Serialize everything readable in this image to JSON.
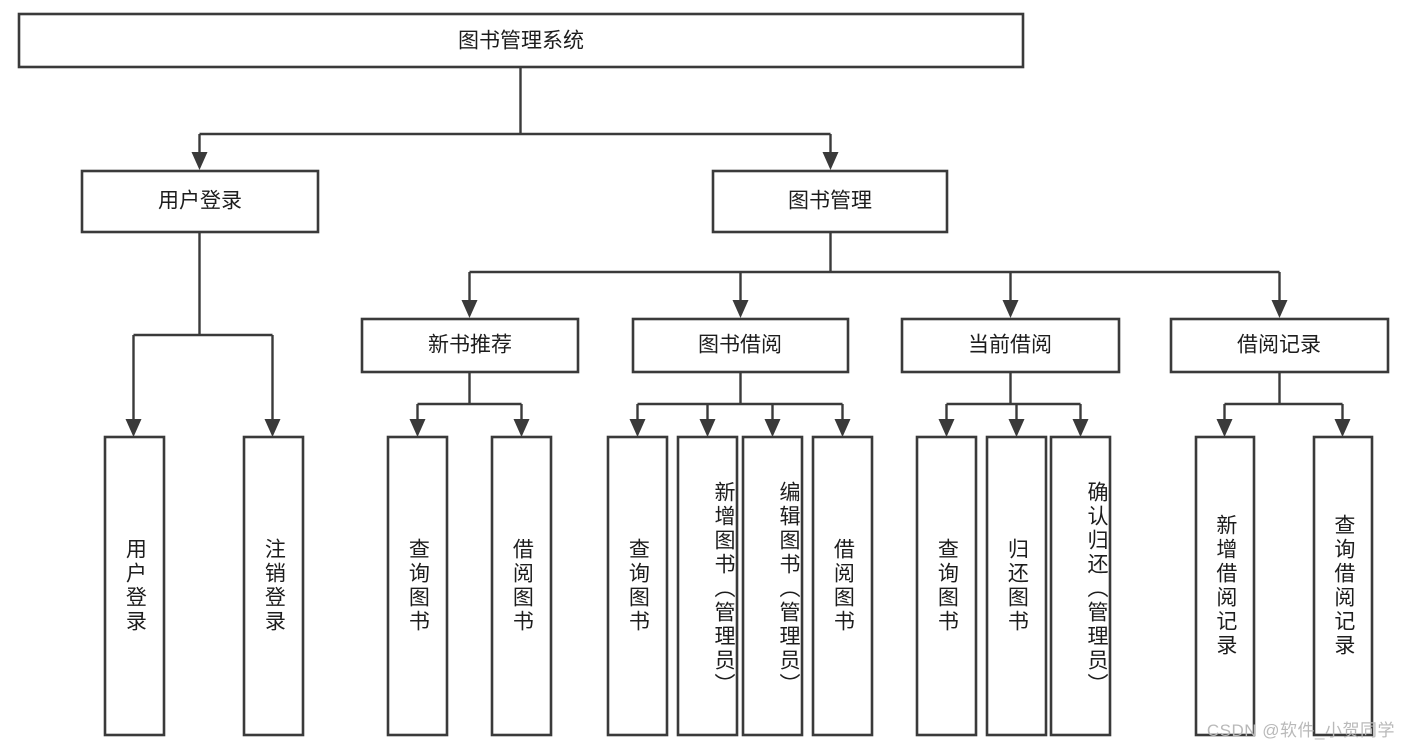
{
  "diagram": {
    "type": "tree",
    "title": "图书管理系统",
    "watermark": "CSDN @软件_小贺同学",
    "colors": {
      "box_stroke": "#3a3a3a",
      "box_fill": "#ffffff",
      "connector": "#3a3a3a",
      "text": "#1d1d1d",
      "watermark": "#b9b9b9",
      "background": "#ffffff"
    },
    "root": {
      "label": "图书管理系统"
    },
    "level2": [
      {
        "label": "用户登录"
      },
      {
        "label": "图书管理"
      }
    ],
    "level3": [
      {
        "label": "新书推荐"
      },
      {
        "label": "图书借阅"
      },
      {
        "label": "当前借阅"
      },
      {
        "label": "借阅记录"
      }
    ],
    "leaves": {
      "user_login": [
        {
          "label": "用户登录"
        },
        {
          "label": "注销登录"
        }
      ],
      "new_book_recommend": [
        {
          "label": "查询图书"
        },
        {
          "label": "借阅图书"
        }
      ],
      "book_borrow": [
        {
          "label": "查询图书"
        },
        {
          "label": "新增图书（管理员）"
        },
        {
          "label": "编辑图书（管理员）"
        },
        {
          "label": "借阅图书"
        }
      ],
      "current_borrow": [
        {
          "label": "查询图书"
        },
        {
          "label": "归还图书"
        },
        {
          "label": "确认归还（管理员）"
        }
      ],
      "borrow_record": [
        {
          "label": "新增借阅记录"
        },
        {
          "label": "查询借阅记录"
        }
      ]
    }
  }
}
